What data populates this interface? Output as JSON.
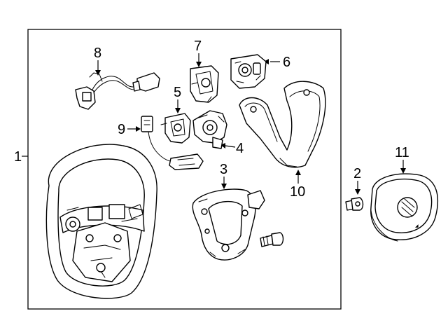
{
  "callouts": {
    "c1": "1",
    "c2": "2",
    "c3": "3",
    "c4": "4",
    "c5": "5",
    "c6": "6",
    "c7": "7",
    "c8": "8",
    "c9": "9",
    "c10": "10",
    "c11": "11"
  },
  "parts": [
    {
      "callout": "1",
      "icon": "steering-wheel-assembly-icon"
    },
    {
      "callout": "2",
      "icon": "bolt-icon"
    },
    {
      "callout": "3",
      "icon": "steering-wheel-frame-icon"
    },
    {
      "callout": "4",
      "icon": "switch-module-icon"
    },
    {
      "callout": "5",
      "icon": "switch-bracket-icon"
    },
    {
      "callout": "6",
      "icon": "control-switch-icon"
    },
    {
      "callout": "7",
      "icon": "switch-bracket-icon"
    },
    {
      "callout": "8",
      "icon": "wiring-harness-icon"
    },
    {
      "callout": "9",
      "icon": "wiring-harness-icon"
    },
    {
      "callout": "10",
      "icon": "trim-cover-icon"
    },
    {
      "callout": "11",
      "icon": "airbag-module-icon"
    }
  ]
}
